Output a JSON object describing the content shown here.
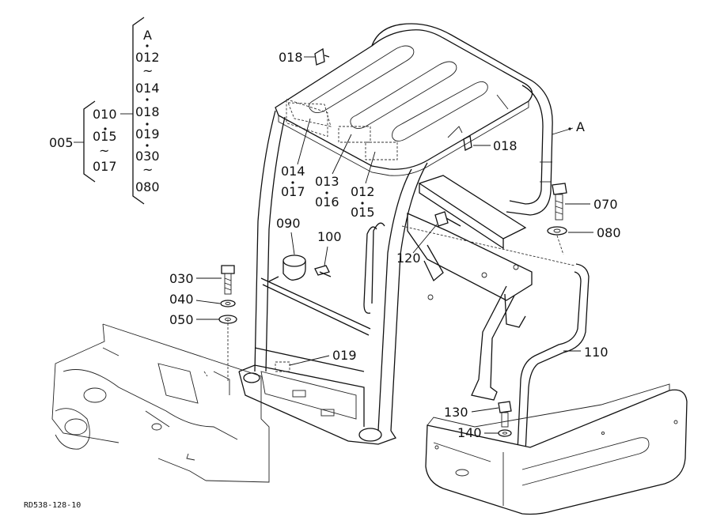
{
  "drawing_code": "RD538-128-10",
  "callouts": {
    "c005": "005",
    "c010": "010",
    "c015": "015",
    "c017": "017",
    "cA_top": "A",
    "c012": "012",
    "c014": "014",
    "c018_list": "018",
    "c019_list": "019",
    "c030_list": "030",
    "c080_list": "080",
    "c018a": "018",
    "c018b": "018",
    "cA_right": "A",
    "c014_017_a": "014",
    "c014_017_b": "017",
    "c013_016_a": "013",
    "c013_016_b": "016",
    "c012_015_a": "012",
    "c012_015_b": "015",
    "c070": "070",
    "c080": "080",
    "c090": "090",
    "c100": "100",
    "c120": "120",
    "c030": "030",
    "c040": "040",
    "c050": "050",
    "c019": "019",
    "c110": "110",
    "c130": "130",
    "c140": "140",
    "tilde": "~"
  }
}
